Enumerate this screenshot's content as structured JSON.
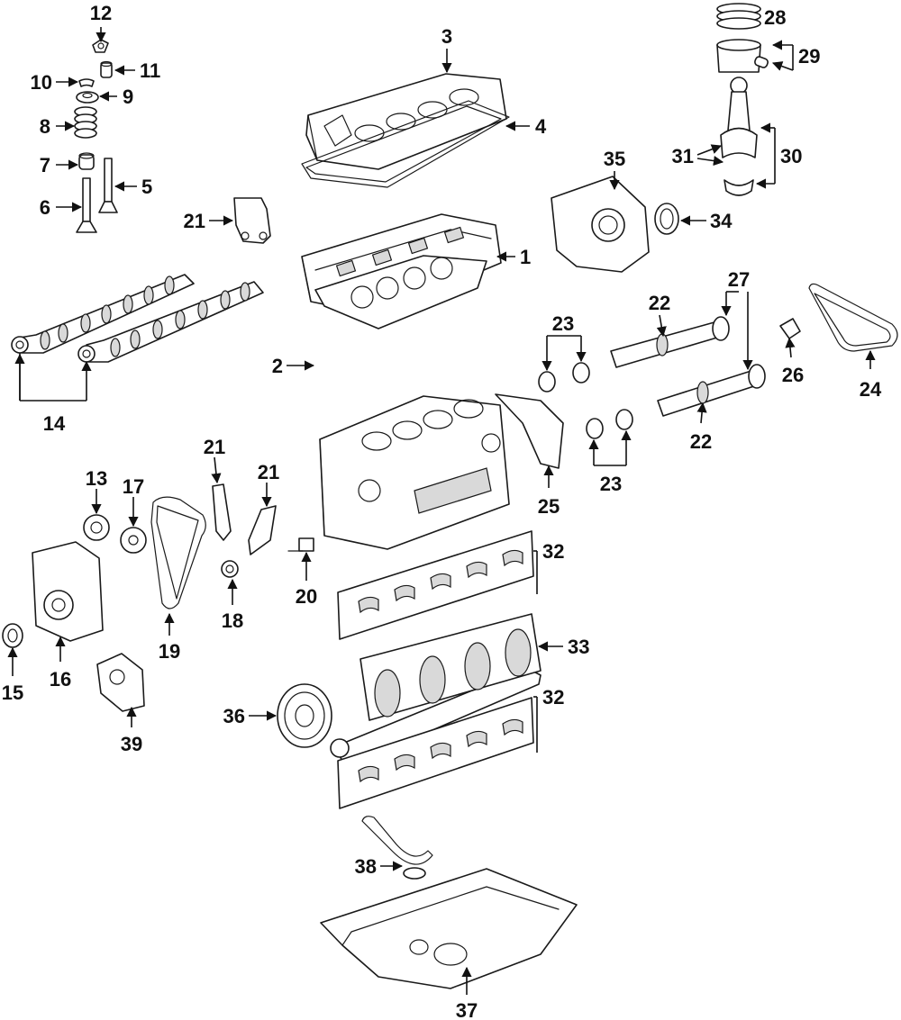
{
  "diagram": {
    "colors": {
      "line": "#1a1a1a",
      "background": "#ffffff",
      "shade": "#d9d9d9"
    },
    "callouts": [
      {
        "id": "c12",
        "label": "12"
      },
      {
        "id": "c11",
        "label": "11"
      },
      {
        "id": "c10",
        "label": "10"
      },
      {
        "id": "c9",
        "label": "9"
      },
      {
        "id": "c8",
        "label": "8"
      },
      {
        "id": "c7",
        "label": "7"
      },
      {
        "id": "c5",
        "label": "5"
      },
      {
        "id": "c6",
        "label": "6"
      },
      {
        "id": "c3",
        "label": "3"
      },
      {
        "id": "c4",
        "label": "4"
      },
      {
        "id": "c28",
        "label": "28"
      },
      {
        "id": "c29",
        "label": "29"
      },
      {
        "id": "c30",
        "label": "30"
      },
      {
        "id": "c31",
        "label": "31"
      },
      {
        "id": "c35",
        "label": "35"
      },
      {
        "id": "c34",
        "label": "34"
      },
      {
        "id": "c21a",
        "label": "21"
      },
      {
        "id": "c1",
        "label": "1"
      },
      {
        "id": "c27",
        "label": "27"
      },
      {
        "id": "c22a",
        "label": "22"
      },
      {
        "id": "c23a",
        "label": "23"
      },
      {
        "id": "c14",
        "label": "14"
      },
      {
        "id": "c2",
        "label": "2"
      },
      {
        "id": "c26",
        "label": "26"
      },
      {
        "id": "c24",
        "label": "24"
      },
      {
        "id": "c22b",
        "label": "22"
      },
      {
        "id": "c23b",
        "label": "23"
      },
      {
        "id": "c25",
        "label": "25"
      },
      {
        "id": "c21b",
        "label": "21"
      },
      {
        "id": "c21c",
        "label": "21"
      },
      {
        "id": "c13",
        "label": "13"
      },
      {
        "id": "c17",
        "label": "17"
      },
      {
        "id": "c32a",
        "label": "32"
      },
      {
        "id": "c20",
        "label": "20"
      },
      {
        "id": "c18",
        "label": "18"
      },
      {
        "id": "c19",
        "label": "19"
      },
      {
        "id": "c16",
        "label": "16"
      },
      {
        "id": "c15",
        "label": "15"
      },
      {
        "id": "c33",
        "label": "33"
      },
      {
        "id": "c36",
        "label": "36"
      },
      {
        "id": "c32b",
        "label": "32"
      },
      {
        "id": "c39",
        "label": "39"
      },
      {
        "id": "c38",
        "label": "38"
      },
      {
        "id": "c37",
        "label": "37"
      }
    ]
  }
}
